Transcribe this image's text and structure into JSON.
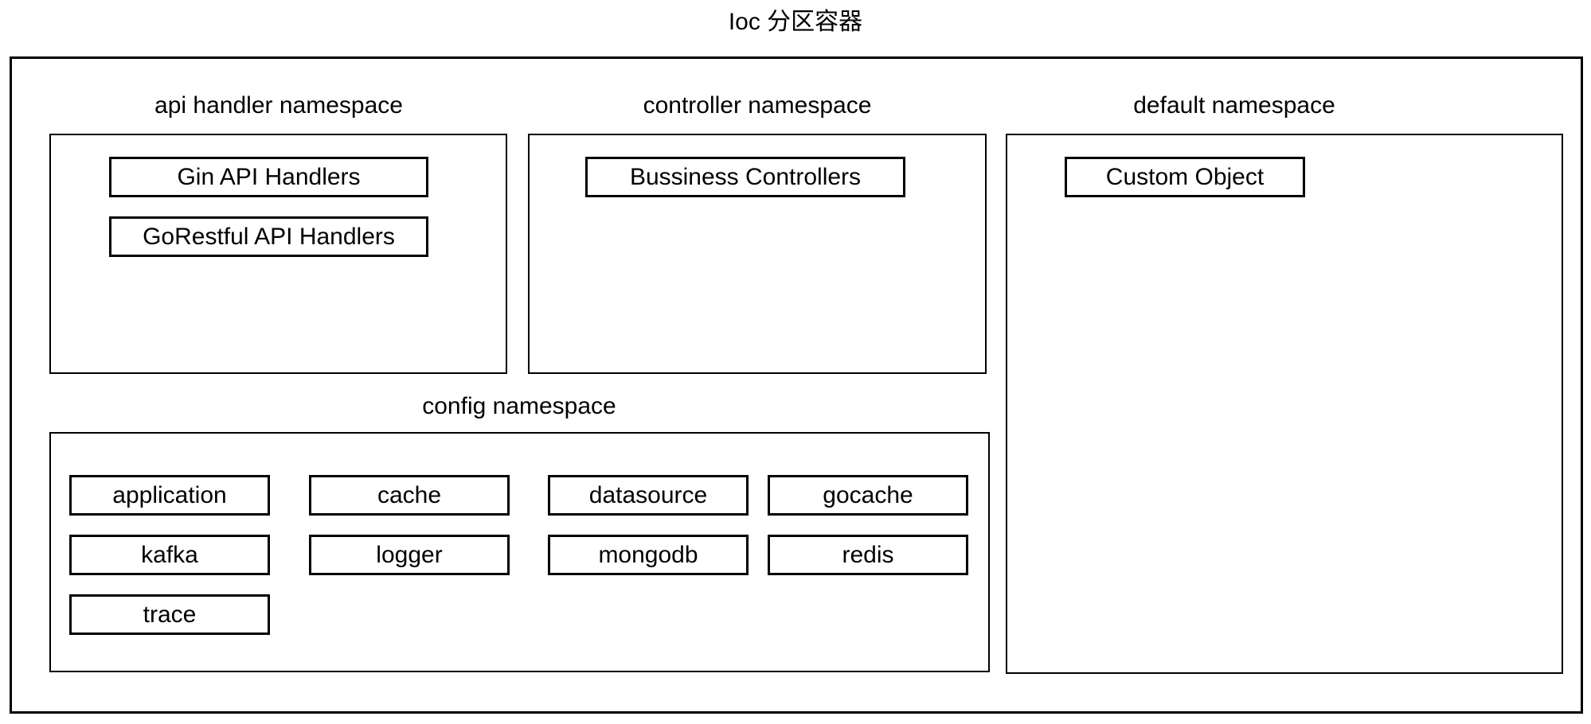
{
  "title": "Ioc 分区容器",
  "colors": {
    "stroke": "#000000",
    "background": "#ffffff",
    "text": "#000000"
  },
  "namespaces": {
    "api": {
      "label": "api handler namespace",
      "items": [
        "Gin API Handlers",
        "GoRestful API Handlers"
      ]
    },
    "controller": {
      "label": "controller namespace",
      "items": [
        "Bussiness Controllers"
      ]
    },
    "default": {
      "label": "default namespace",
      "items": [
        "Custom Object"
      ]
    },
    "config": {
      "label": "config namespace",
      "items": [
        "application",
        "cache",
        "datasource",
        "gocache",
        "kafka",
        "logger",
        "mongodb",
        "redis",
        "trace"
      ]
    }
  }
}
